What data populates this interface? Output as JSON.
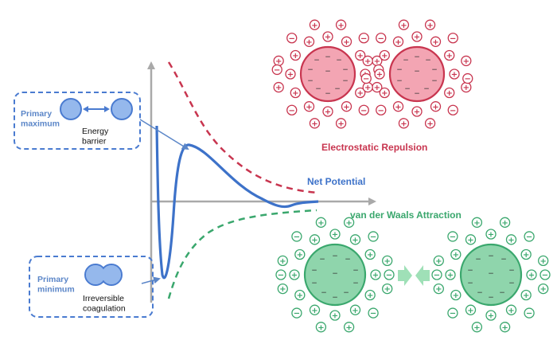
{
  "colors": {
    "axis": "#a9a9a9",
    "net_curve": "#3d72c9",
    "repulsion": "#c8354f",
    "repulsion_fill": "#f3a5b3",
    "attraction": "#3aa76d",
    "attraction_fill": "#8fd5ac",
    "box_border": "#4a7bd0",
    "particle_fill": "#95b8ec",
    "label_blue": "#5b86c8",
    "arrow_green": "#9fe0b7"
  },
  "labels": {
    "primary_maximum": "Primary\nmaximum",
    "energy_barrier": "Energy\nbarrier",
    "primary_minimum": "Primary\nminimum",
    "irreversible_coagulation": "Irreversible\ncoagulation",
    "net_potential": "Net Potential",
    "electrostatic_repulsion": "Electrostatic Repulsion",
    "van_der_waals_attraction": "van der Waals Attraction"
  },
  "symbols": {
    "plus": "+",
    "minus": "−"
  },
  "icons": {
    "double_arrow": "double-headed-arrow-icon",
    "attraction_arrows": "inward-pointing-arrows-icon"
  }
}
